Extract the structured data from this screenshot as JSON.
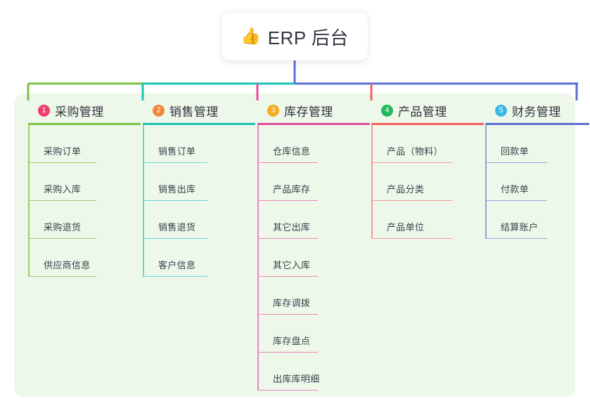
{
  "root": {
    "icon": "thumbs-up-icon",
    "emoji": "👍",
    "title": "ERP 后台"
  },
  "colors": {
    "panel_background": "#eef8ea",
    "page_background": "#ffffff",
    "root_text": "#31353f",
    "branch_1": "#7ac143",
    "branch_2": "#18c4b6",
    "branch_3": "#e24ba0",
    "branch_4": "#f4605e",
    "branch_5": "#5a6fd4"
  },
  "columns": [
    {
      "index": "1",
      "title": "采购管理",
      "badge_color": "#ee3f6d",
      "line_color": "#7ac143",
      "leaf_line_color": "#9ccb6e",
      "leaf_width": 97,
      "items": [
        {
          "label": "采购订单"
        },
        {
          "label": "采购入库"
        },
        {
          "label": "采购退货"
        },
        {
          "label": "供应商信息"
        }
      ]
    },
    {
      "index": "2",
      "title": "销售管理",
      "badge_color": "#f0883a",
      "line_color": "#18c4b6",
      "leaf_line_color": "#67d6ce",
      "leaf_width": 92,
      "items": [
        {
          "label": "销售订单"
        },
        {
          "label": "销售出库"
        },
        {
          "label": "销售退货"
        },
        {
          "label": "客户信息"
        }
      ]
    },
    {
      "index": "3",
      "title": "库存管理",
      "badge_color": "#f5ac1d",
      "line_color": "#e24ba0",
      "leaf_line_color": "#ec86bd",
      "leaf_width": 86,
      "items": [
        {
          "label": "仓库信息"
        },
        {
          "label": "产品库存"
        },
        {
          "label": "其它出库"
        },
        {
          "label": "其它入库"
        },
        {
          "label": "库存调拨"
        },
        {
          "label": "库存盘点"
        },
        {
          "label": "出库库明细"
        }
      ]
    },
    {
      "index": "4",
      "title": "产品管理",
      "badge_color": "#23b85e",
      "line_color": "#f4605e",
      "leaf_line_color": "#f79b97",
      "leaf_width": 115,
      "items": [
        {
          "label": "产品（物料）"
        },
        {
          "label": "产品分类"
        },
        {
          "label": "产品单位"
        }
      ]
    },
    {
      "index": "5",
      "title": "财务管理",
      "badge_color": "#38b7e8",
      "line_color": "#5a6fd4",
      "leaf_line_color": "#93a4e0",
      "leaf_width": 88,
      "items": [
        {
          "label": "回款单"
        },
        {
          "label": "付款单"
        },
        {
          "label": "结算账户"
        }
      ]
    }
  ]
}
